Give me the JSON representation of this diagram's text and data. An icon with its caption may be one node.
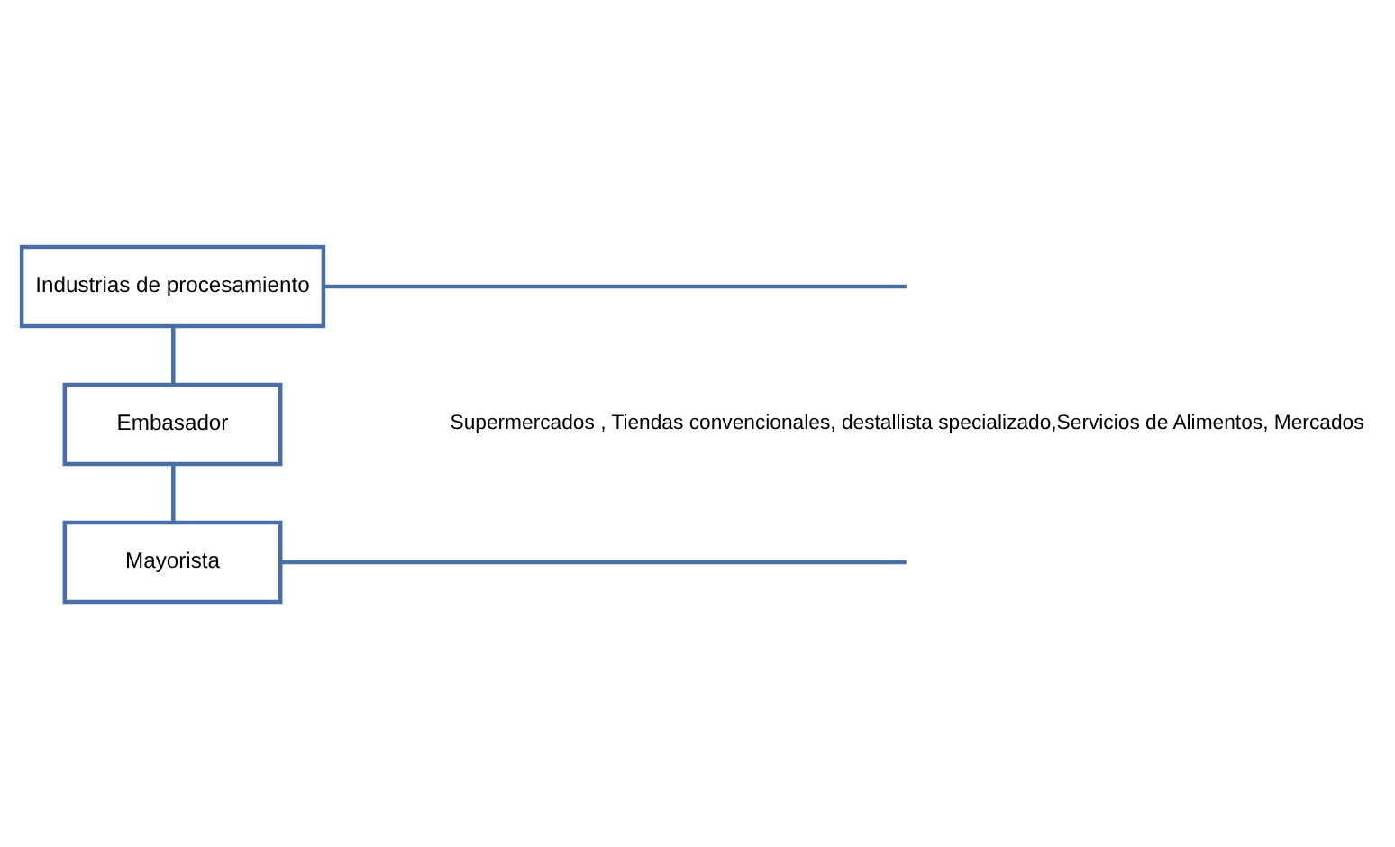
{
  "diagram": {
    "nodes": [
      {
        "text": [
          "Industrias de procesamiento"
        ]
      },
      {
        "text": [
          "Embasador"
        ]
      },
      {
        "text": [
          "Mayorista"
        ]
      }
    ],
    "edges": [
      {
        "from": 0,
        "to": 1,
        "arrow": "none"
      },
      {
        "from": 1,
        "to": 2,
        "arrow": "none"
      },
      {
        "from": 0,
        "to": null,
        "arrow": "none"
      },
      {
        "from": 2,
        "to": null,
        "arrow": "none"
      }
    ],
    "labels": [
      "Supermercados , Tiendas convencionales, destallista specializado,Servicios de Alimentos, Mercados"
    ]
  }
}
